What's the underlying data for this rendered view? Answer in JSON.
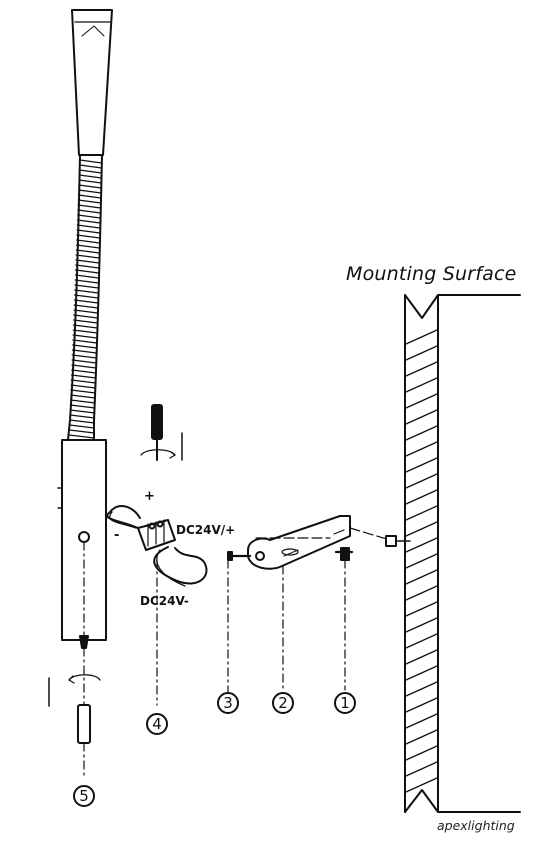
{
  "diagram": {
    "mounting_surface_label": "Mounting Surface",
    "brand": "apexlighting",
    "wiring": {
      "positive_label": "DC24V/+",
      "negative_label": "DC24V-",
      "plus_sign": "+",
      "minus_sign": "-"
    },
    "callouts": [
      "1",
      "2",
      "3",
      "4",
      "5"
    ]
  },
  "colors": {
    "line": "#111111",
    "background": "#ffffff"
  }
}
